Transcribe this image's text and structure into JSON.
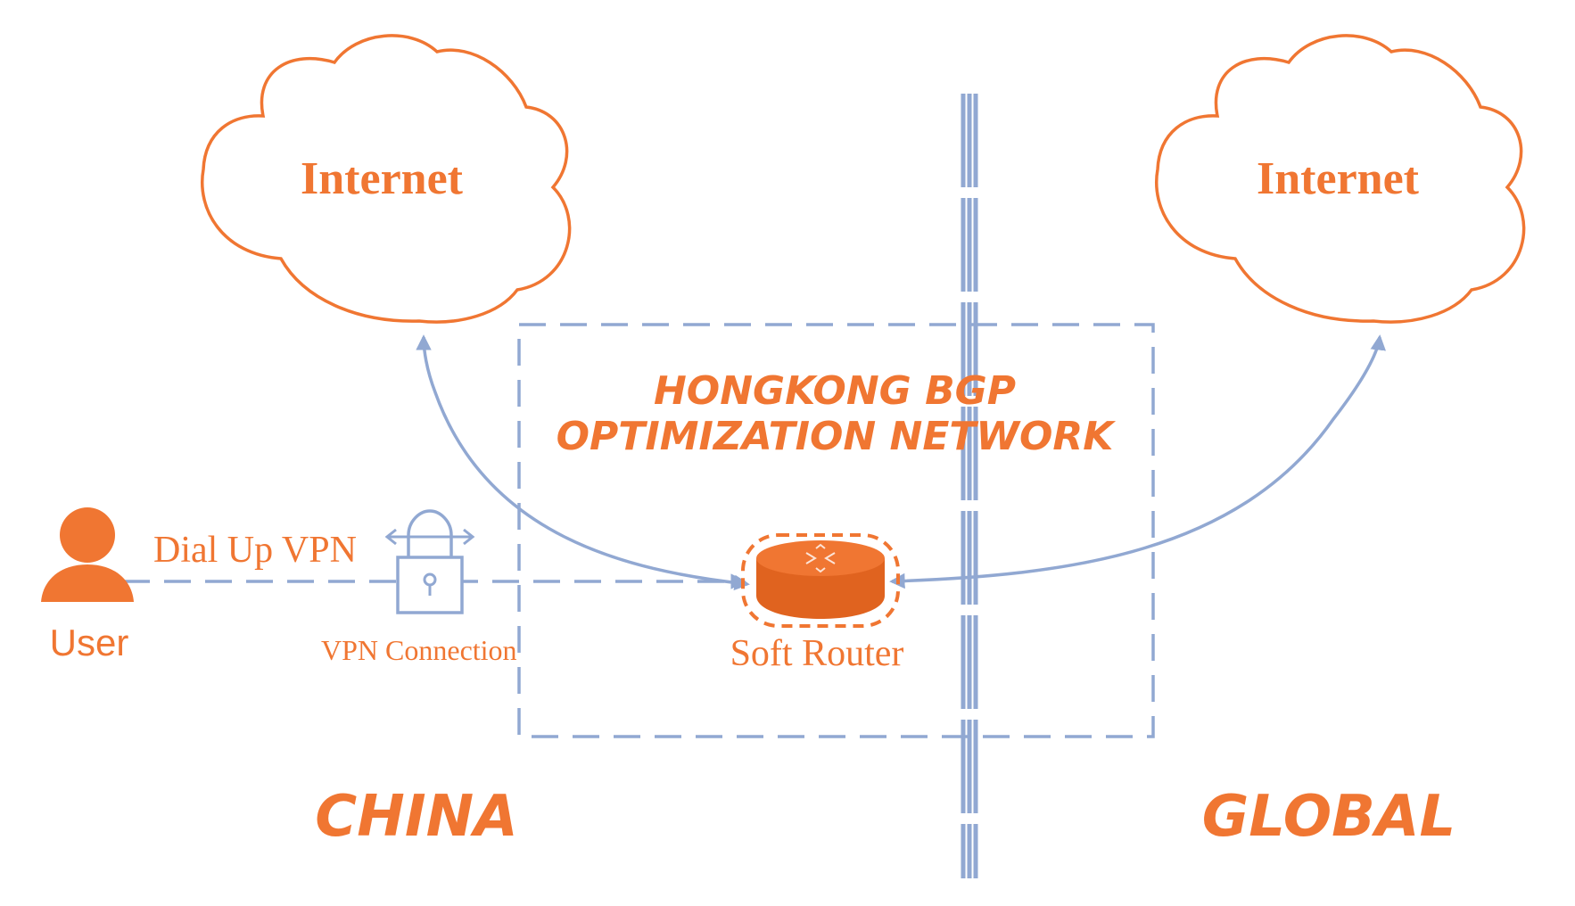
{
  "colors": {
    "accent": "#F07632",
    "line": "#91A8D2",
    "router_dark": "#E0631F",
    "background": "#FFFFFF"
  },
  "clouds": {
    "china_label": "Internet",
    "global_label": "Internet"
  },
  "bgp_box": {
    "title_line1": "HONGKONG BGP",
    "title_line2": "OPTIMIZATION NETWORK"
  },
  "user": {
    "label": "User",
    "icon": "user-icon"
  },
  "vpn": {
    "dial_label": "Dial Up VPN",
    "connection_label": "VPN Connection",
    "icon": "padlock-icon"
  },
  "router": {
    "label": "Soft Router",
    "icon": "router-icon"
  },
  "regions": {
    "left": "CHINA",
    "right": "GLOBAL"
  }
}
